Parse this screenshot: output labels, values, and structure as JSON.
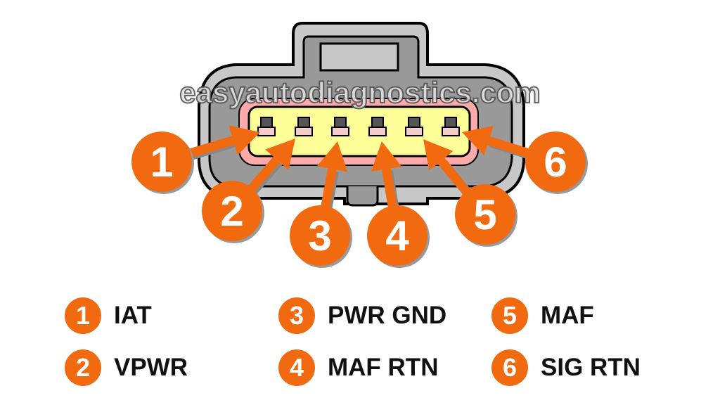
{
  "watermark": "easyautodiagnostics.com",
  "colors": {
    "accent": "#f26a0f",
    "housing_outer": "#c8c8c8",
    "housing_inner": "#999999",
    "seal": "#ffaaaa",
    "insert": "#ffff99"
  },
  "pins": [
    {
      "number": "1",
      "label": "IAT"
    },
    {
      "number": "2",
      "label": "VPWR"
    },
    {
      "number": "3",
      "label": "PWR GND"
    },
    {
      "number": "4",
      "label": "MAF RTN"
    },
    {
      "number": "5",
      "label": "MAF"
    },
    {
      "number": "6",
      "label": "SIG RTN"
    }
  ]
}
